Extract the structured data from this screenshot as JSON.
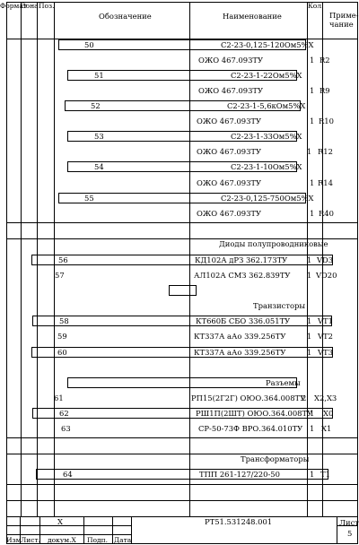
{
  "header": {
    "format": "Формат",
    "zone": "Зона",
    "pos": "Поз.",
    "designation": "Обозначение",
    "name": "Наименование",
    "qty": "Кол.",
    "note1": "Приме-",
    "note2": "чание"
  },
  "rows": [
    {
      "pos": "50",
      "name": "С2-23-0,125-120Ом5%Х",
      "doc": "ОЖО 467.093ТУ",
      "qty": "1",
      "note": "R2"
    },
    {
      "pos": "51",
      "name": "С2-23-1-22Ом5%Х",
      "doc": "ОЖО 467.093ТУ",
      "qty": "1",
      "note": "R9"
    },
    {
      "pos": "52",
      "name": "С2-23-1-5,6кОм5%Х",
      "doc": "ОЖО 467.093ТУ",
      "qty": "1",
      "note": "R10"
    },
    {
      "pos": "53",
      "name": "С2-23-1-33Ом5%Х",
      "doc": "ОЖО 467.093ТУ",
      "qty": "1",
      "note": "R12"
    },
    {
      "pos": "54",
      "name": "С2-23-1-10Ом5%Х",
      "doc": "ОЖО 467.093ТУ",
      "qty": "1",
      "note": "R14"
    },
    {
      "pos": "55",
      "name": "С2-23-0,125-750Ом5%Х",
      "doc": "ОЖО 467.093ТУ",
      "qty": "1",
      "note": "R40"
    }
  ],
  "sections": {
    "diodes": "Диоды полупроводниковые",
    "transistors": "Транзисторы",
    "connectors": "Разъемы",
    "transformers": "Трансформаторы"
  },
  "diodes": [
    {
      "pos": "56",
      "name": "КД102А дРЗ 362.173ТУ",
      "qty": "1",
      "note": "VD3"
    },
    {
      "pos": "57",
      "name": "АЛ102А СМЗ 362.839ТУ",
      "qty": "1",
      "note": "VD20"
    }
  ],
  "transistors": [
    {
      "pos": "58",
      "name": "КТ660Б СБО 336.051ТУ",
      "qty": "1",
      "note": "VT1"
    },
    {
      "pos": "59",
      "name": "КТ337А аАо 339.256ТУ",
      "qty": "1",
      "note": "VT2"
    },
    {
      "pos": "60",
      "name": "КТ337А аАо 339.256ТУ",
      "qty": "1",
      "note": "VT3"
    }
  ],
  "connectors": [
    {
      "pos": "61",
      "name": "РП15(2Г2Г) ОЮО.364.008ТУ",
      "qty": "2",
      "note": "Х2,Х3"
    },
    {
      "pos": "62",
      "name": "РШ1П(2ШТ) ОЮО.364.008ТУ",
      "qty": "1",
      "note": "Х0"
    },
    {
      "pos": "63",
      "name": "СР-50-73Ф ВРО.364.010ТУ",
      "qty": "1",
      "note": "Х1"
    }
  ],
  "transformers": [
    {
      "pos": "64",
      "name": "ТПП 261-127/220-50",
      "qty": "1",
      "note": "Т1"
    }
  ],
  "stamp": {
    "x_mark": "Х",
    "doc_code": "РТ51.531248.001",
    "sheet_label": "Лист",
    "sheet_number": "5",
    "izm": "Изм",
    "list": "Лист.",
    "dokum": "докум.Х",
    "podp": "Подп.",
    "data": "Дата"
  }
}
